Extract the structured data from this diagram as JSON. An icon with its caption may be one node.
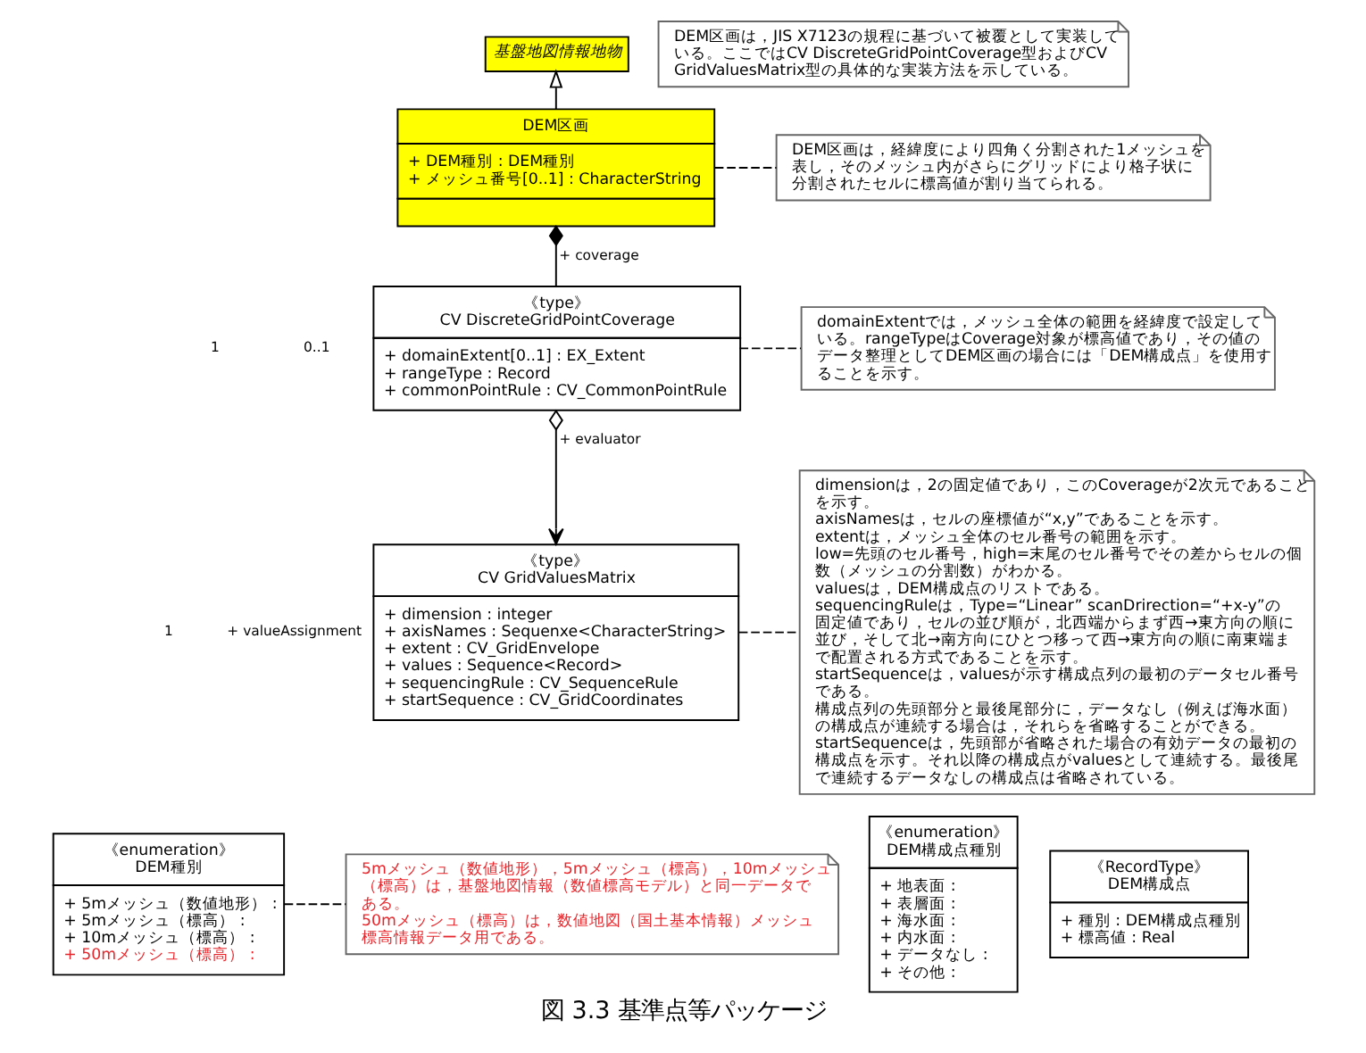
{
  "diagram": {
    "caption": "図 3.3 基準点等パッケージ",
    "nodes": [
      {
        "text": [
          "基盤地図情報地物"
        ]
      },
      {
        "text": [
          "DEM区画",
          "+ DEM種別 : DEM種別",
          "+ メッシュ番号[0..1] : CharacterString"
        ]
      },
      {
        "text": [
          "DEM区画は，経緯度により四角く分割された1メッシュを表し，そのメッシュ内がさらにグリッドにより格子状に分割されたセルに標高値が割り当てられる。"
        ]
      },
      {
        "text": [
          "DEM区画は，JIS X7123の規程に基づいて被覆として実装している。ここではCV DiscreteGridPointCoverage型およびCV GridValuesMatrix型の具体的な実装方法を示している。"
        ]
      },
      {
        "text": [
          "《type》",
          "CV DiscreteGridPointCoverage",
          "+ domainExtent[0..1] : EX_Extent",
          "+ rangeType : Record",
          "+ commonPointRule : CV_CommonPointRule"
        ]
      },
      {
        "text": [
          "domainExtentでは，メッシュ全体の範囲を経緯度で設定している。rangeTypeはCoverage対象が標高値であり，その値のデータ整理としてDEM区画の場合には「DEM構成点」を使用することを示す。"
        ]
      },
      {
        "text": [
          "《type》",
          "CV GridValuesMatrix",
          "+ dimension : integer",
          "+ axisNames : Sequenxe<CharacterString>",
          "+ extent : CV_GridEnvelope",
          "+ values : Sequence<Record>",
          "+ sequencingRule : CV_SequenceRule",
          "+ startSequence : CV_GridCoordinates"
        ]
      },
      {
        "text": [
          "dimensionは，2の固定値であり，このCoverageが2次元であることを示す。",
          "axisNamesは，セルの座標値が“x,y”であることを示す。",
          "extentは，メッシュ全体のセル番号の範囲を示す。",
          "low=先頭のセル番号，high=末尾のセル番号でその差からセルの個数（メッシュの分割数）がわかる。",
          "valuesは，DEM構成点のリストである。",
          "sequencingRuleは，Type=“Linear” scanDrirection=“+x-y”の固定値であり，セルの並び順が，北西端からまず西→東方向の順に並び，そして北→南方向にひとつ移って西→東方向の順に南東端まで配置される方式であることを示す。",
          "startSequenceは，valuesが示す構成点列の最初のデータセル番号である。",
          "構成点列の先頭部分と最後尾部分に，データなし（例えば海水面）の構成点が連続する場合は，それらを省略することができる。startSequenceは，先頭部が省略された場合の有効データの最初の構成点を示す。それ以降の構成点がvaluesとして連続する。最後尾で連続するデータなしの構成点は省略されている。"
        ]
      },
      {
        "text": [
          "《enumeration》",
          "DEM種別",
          "+ 5mメッシュ（数値地形） :",
          "+ 5mメッシュ（標高） :",
          "+ 10mメッシュ（標高） :",
          "+ 50mメッシュ（標高） :"
        ]
      },
      {
        "text": [
          "5mメッシュ（数値地形），5mメッシュ（標高），10mメッシュ（標高）は，基盤地図情報（数値標高モデル）と同一データである。",
          "50mメッシュ（標高）は，数値地図（国土基本情報）メッシュ標高情報データ用である。"
        ]
      },
      {
        "text": [
          "《enumeration》",
          "DEM構成点種別",
          "+ 地表面 :",
          "+ 表層面 :",
          "+ 海水面 :",
          "+ 内水面 :",
          "+ データなし :",
          "+ その他 :"
        ]
      },
      {
        "text": [
          "《RecordType》",
          "DEM構成点",
          "+ 種別 : DEM構成点種別",
          "+ 標高値 : Real"
        ]
      }
    ],
    "edges": [
      {
        "from": 1,
        "to": 0,
        "arrow": "to"
      },
      {
        "from": 1,
        "to": 2,
        "arrow": "none",
        "style": "dashed"
      },
      {
        "from": 1,
        "to": 4,
        "arrow": "other",
        "label": "+ coverage"
      },
      {
        "from": 4,
        "to": 5,
        "arrow": "none",
        "style": "dashed"
      },
      {
        "from": 4,
        "to": 6,
        "arrow": "to",
        "label": "+ evaluator"
      },
      {
        "from": 6,
        "to": 7,
        "arrow": "none",
        "style": "dashed"
      },
      {
        "from": 8,
        "to": 9,
        "arrow": "none",
        "style": "dashed"
      }
    ],
    "labels": [
      "1",
      "0..1",
      "1",
      "+ valueAssignment"
    ]
  }
}
